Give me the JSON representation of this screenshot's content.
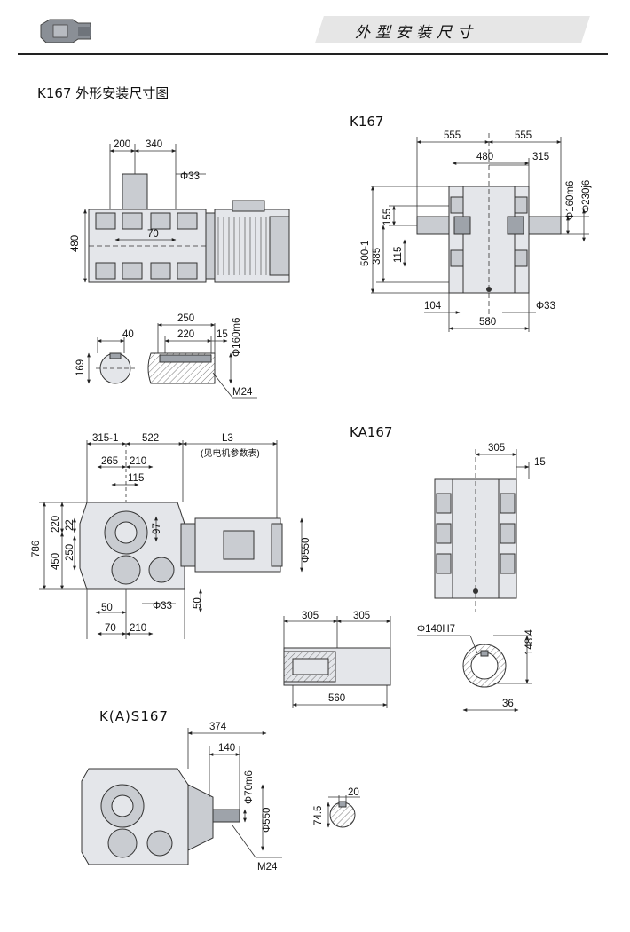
{
  "header": {
    "title": "外型安装尺寸"
  },
  "diagram": {
    "title": "K167 外形安装尺寸图"
  },
  "sections": {
    "k167": "K167",
    "ka167": "KA167",
    "kas167": "K(A)S167"
  },
  "dims": {
    "d200": "200",
    "d340": "340",
    "phi33_a": "Φ33",
    "d480": "480",
    "d70_a": "70",
    "d555_l": "555",
    "d555_r": "555",
    "d480_t": "480",
    "d315": "315",
    "phi160m6": "Φ160m6",
    "phi230j6": "Φ230j6",
    "d155": "155",
    "d385": "385",
    "d115_s": "115",
    "d500": "500-1",
    "d104": "104",
    "phi33_b": "Φ33",
    "d580": "580",
    "d40": "40",
    "d250": "250",
    "d220": "220",
    "d15": "15",
    "phi160m6_b": "Φ160m6",
    "d169": "169",
    "m24_a": "M24",
    "d315_1": "315-1",
    "d522": "522",
    "l3": "L3",
    "l3_note": "(见电机参数表)",
    "d265": "265",
    "d210": "210",
    "d115": "115",
    "d786": "786",
    "d220_v": "220",
    "d22": "22",
    "d450": "450",
    "d250_v": "250",
    "d97": "97",
    "phi550": "Φ550",
    "d50_a": "50",
    "phi33_c": "Φ33",
    "d50_b": "50",
    "d70_b": "70",
    "d210_b": "210",
    "d305": "305",
    "d15_b": "15",
    "d305_a": "305",
    "d305_b": "305",
    "d560": "560",
    "phi140h7": "Φ140H7",
    "d148_4": "148.4",
    "d36": "36",
    "d374": "374",
    "d140": "140",
    "phi70m6": "Φ70m6",
    "phi550_b": "Φ550",
    "m24_b": "M24",
    "d20": "20",
    "d74_5": "74.5"
  }
}
